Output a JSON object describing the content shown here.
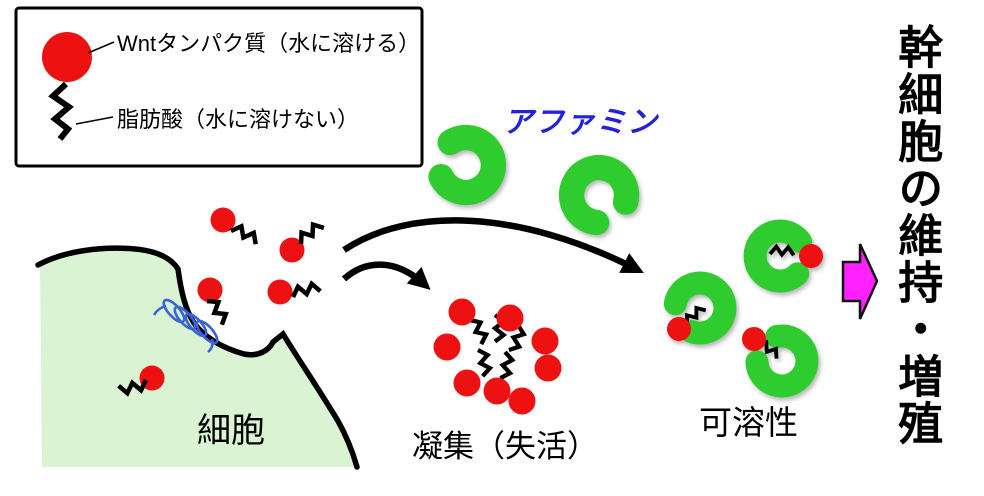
{
  "colors": {
    "red": "#ee1111",
    "green": "#2ecc2e",
    "cell_fill": "#d9f3d3",
    "blue_label": "#2222dd",
    "magenta": "#ff22ff",
    "transporter": "#3a62d8",
    "outline": "#000000"
  },
  "legend": {
    "wnt": "Wntタンパク質（水に溶ける）",
    "fatty_acid": "脂肪酸（水に溶けない）"
  },
  "labels": {
    "afamin": "アファミン",
    "cell": "細胞",
    "aggregation": "凝集（失活）",
    "soluble": "可溶性",
    "outcome": "幹細胞の維持・増殖"
  }
}
